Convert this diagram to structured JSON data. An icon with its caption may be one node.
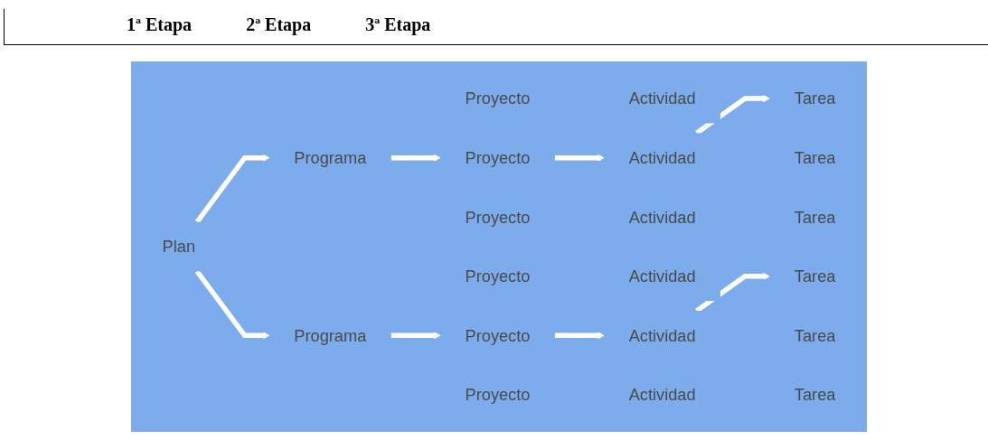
{
  "diagram": {
    "nodes": [
      {
        "text": [
          "Plan"
        ]
      },
      {
        "text": [
          "Programa"
        ]
      },
      {
        "text": [
          "Proyecto"
        ]
      },
      {
        "text": [
          "Proyecto"
        ]
      },
      {
        "text": [
          "Proyecto"
        ]
      },
      {
        "text": [
          "Actividad"
        ]
      },
      {
        "text": [
          "Actividad"
        ]
      },
      {
        "text": [
          "Actividad"
        ]
      },
      {
        "text": [
          "Tarea"
        ]
      },
      {
        "text": [
          "Tarea"
        ]
      },
      {
        "text": [
          "Tarea"
        ]
      },
      {
        "text": [
          "Programa"
        ]
      },
      {
        "text": [
          "Proyecto"
        ]
      },
      {
        "text": [
          "Proyecto"
        ]
      },
      {
        "text": [
          "Proyecto"
        ]
      },
      {
        "text": [
          "Actividad"
        ]
      },
      {
        "text": [
          "Actividad"
        ]
      },
      {
        "text": [
          "Actividad"
        ]
      },
      {
        "text": [
          "Tarea"
        ]
      },
      {
        "text": [
          "Tarea"
        ]
      },
      {
        "text": [
          "Tarea"
        ]
      }
    ],
    "edges": [
      {
        "from": 0,
        "to": 1,
        "arrow": "to"
      },
      {
        "from": 0,
        "to": 11,
        "arrow": "to"
      },
      {
        "from": 1,
        "to": 3,
        "arrow": "to"
      },
      {
        "from": 3,
        "to": 6,
        "arrow": "to"
      },
      {
        "from": 6,
        "to": 9,
        "arrow": "to"
      },
      {
        "from": 11,
        "to": 13,
        "arrow": "to"
      },
      {
        "from": 13,
        "to": 16,
        "arrow": "to"
      },
      {
        "from": 16,
        "to": 19,
        "arrow": "to"
      }
    ],
    "labels": [
      "1ª Etapa",
      "2ª Etapa",
      "3ª Etapa"
    ]
  }
}
